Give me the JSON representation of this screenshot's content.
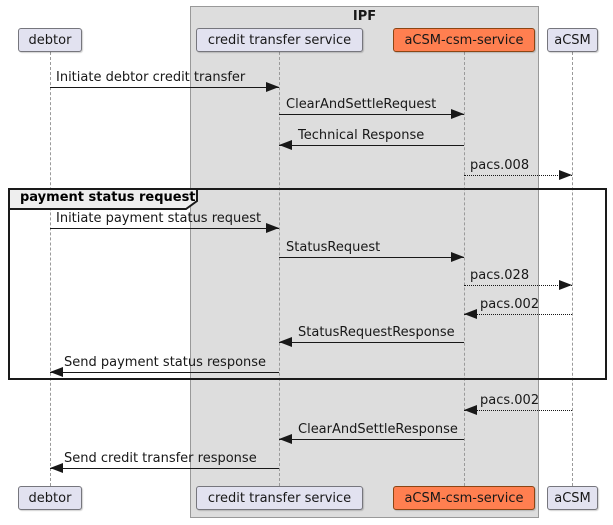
{
  "box": {
    "title": "IPF"
  },
  "group": {
    "label": "payment status request"
  },
  "participants": [
    {
      "name": "debtor"
    },
    {
      "name": "credit transfer service"
    },
    {
      "name": "aCSM-csm-service"
    },
    {
      "name": "aCSM"
    }
  ],
  "colors": {
    "participant_fill": "#E2E2F0",
    "participant_border": "#76767D",
    "accent_fill": "#FF7F50",
    "accent_border": "#8B4513",
    "box_fill": "#DDDDDD",
    "frame_border": "#1A1A1A",
    "message_line": "#181818",
    "lifeline": "#9A9A9A"
  },
  "messages": [
    {
      "text": "Initiate debtor credit transfer",
      "from": "debtor",
      "to": "credit transfer service",
      "line": "solid"
    },
    {
      "text": "ClearAndSettleRequest",
      "from": "credit transfer service",
      "to": "aCSM-csm-service",
      "line": "solid"
    },
    {
      "text": "Technical Response",
      "from": "aCSM-csm-service",
      "to": "credit transfer service",
      "line": "solid"
    },
    {
      "text": "pacs.008",
      "from": "aCSM-csm-service",
      "to": "aCSM",
      "line": "dotted"
    },
    {
      "text": "Initiate payment status request",
      "from": "debtor",
      "to": "credit transfer service",
      "line": "solid"
    },
    {
      "text": "StatusRequest",
      "from": "credit transfer service",
      "to": "aCSM-csm-service",
      "line": "solid"
    },
    {
      "text": "pacs.028",
      "from": "aCSM-csm-service",
      "to": "aCSM",
      "line": "dotted"
    },
    {
      "text": "pacs.002",
      "from": "aCSM",
      "to": "aCSM-csm-service",
      "line": "dotted"
    },
    {
      "text": "StatusRequestResponse",
      "from": "aCSM-csm-service",
      "to": "credit transfer service",
      "line": "solid"
    },
    {
      "text": "Send payment status response",
      "from": "credit transfer service",
      "to": "debtor",
      "line": "solid"
    },
    {
      "text": "pacs.002",
      "from": "aCSM",
      "to": "aCSM-csm-service",
      "line": "dotted"
    },
    {
      "text": "ClearAndSettleResponse",
      "from": "aCSM-csm-service",
      "to": "credit transfer service",
      "line": "solid"
    },
    {
      "text": "Send credit transfer response",
      "from": "credit transfer service",
      "to": "debtor",
      "line": "solid"
    }
  ]
}
